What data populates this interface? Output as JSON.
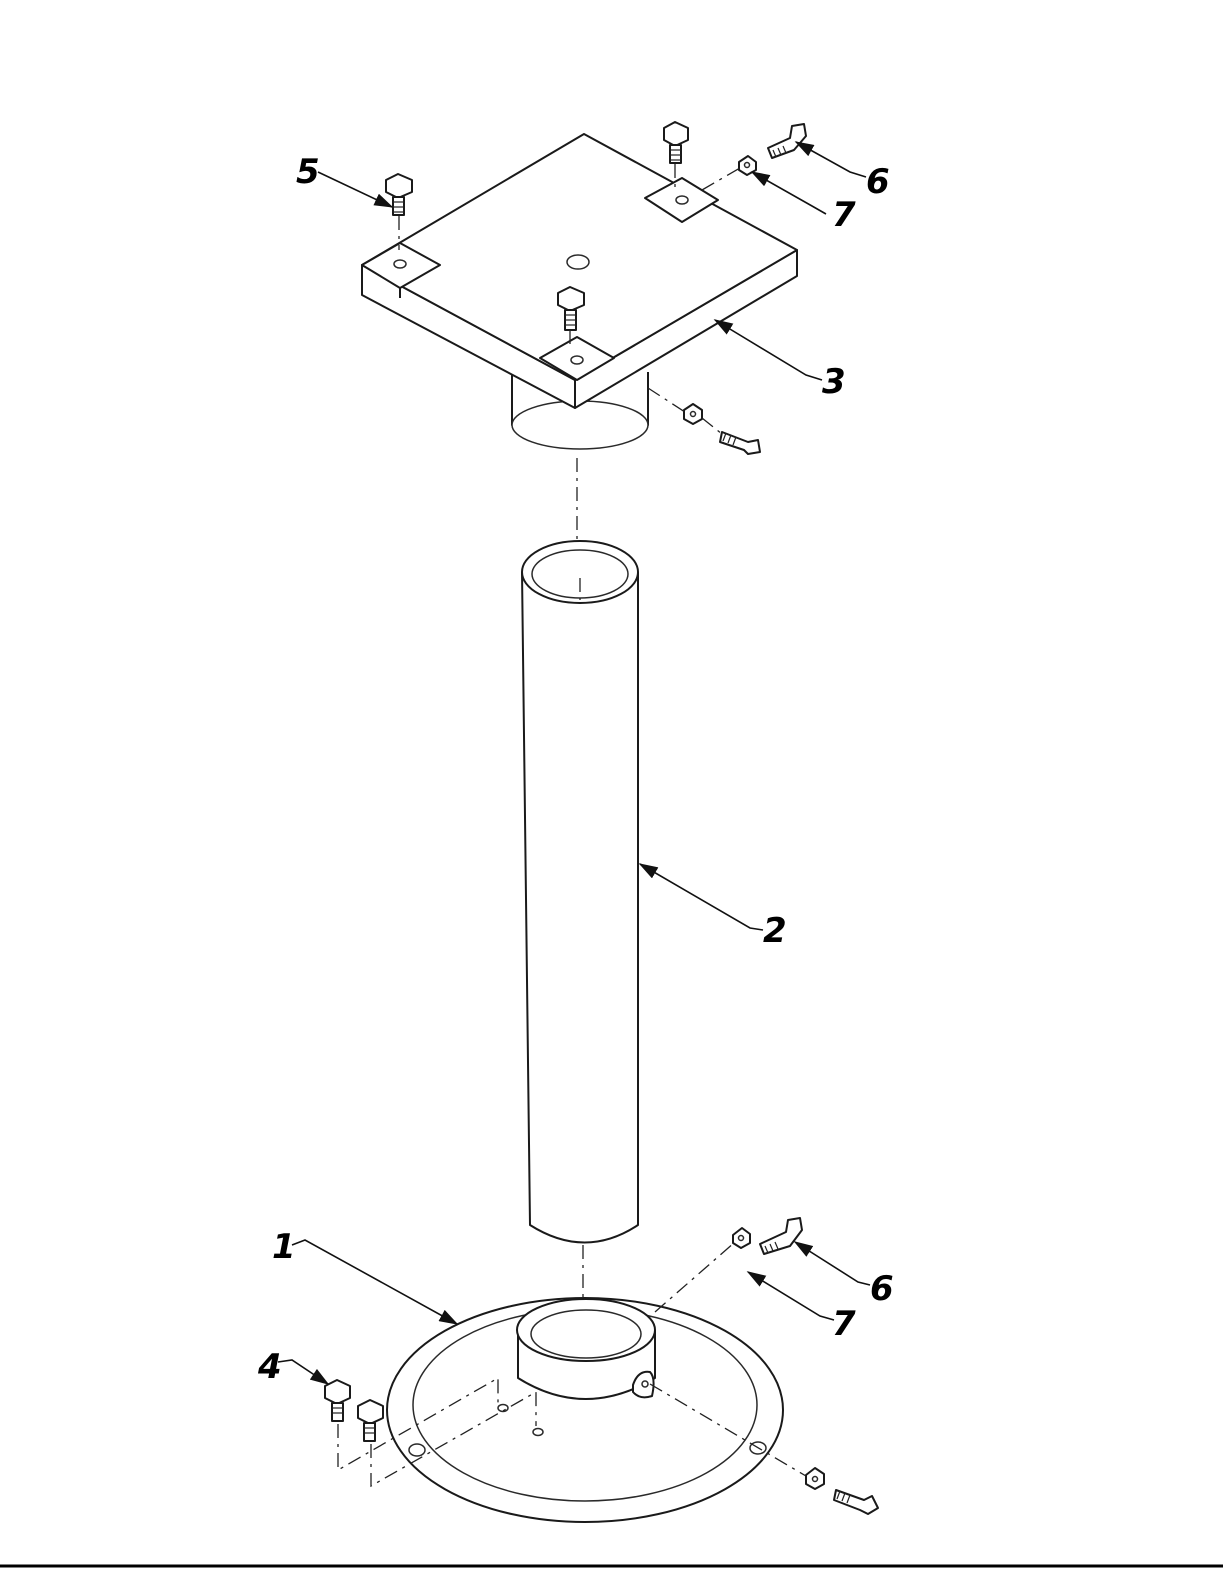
{
  "callouts": [
    {
      "id": "c1",
      "label": "1",
      "part": "base"
    },
    {
      "id": "c2",
      "label": "2",
      "part": "column-tube"
    },
    {
      "id": "c3",
      "label": "3",
      "part": "table-plate"
    },
    {
      "id": "c4",
      "label": "4",
      "part": "base-bolt"
    },
    {
      "id": "c5",
      "label": "5",
      "part": "plate-bolt"
    },
    {
      "id": "c6a",
      "label": "6",
      "part": "set-screw-top"
    },
    {
      "id": "c7a",
      "label": "7",
      "part": "square-nut-top"
    },
    {
      "id": "c6b",
      "label": "6",
      "part": "set-screw-bottom"
    },
    {
      "id": "c7b",
      "label": "7",
      "part": "square-nut-bottom"
    }
  ]
}
